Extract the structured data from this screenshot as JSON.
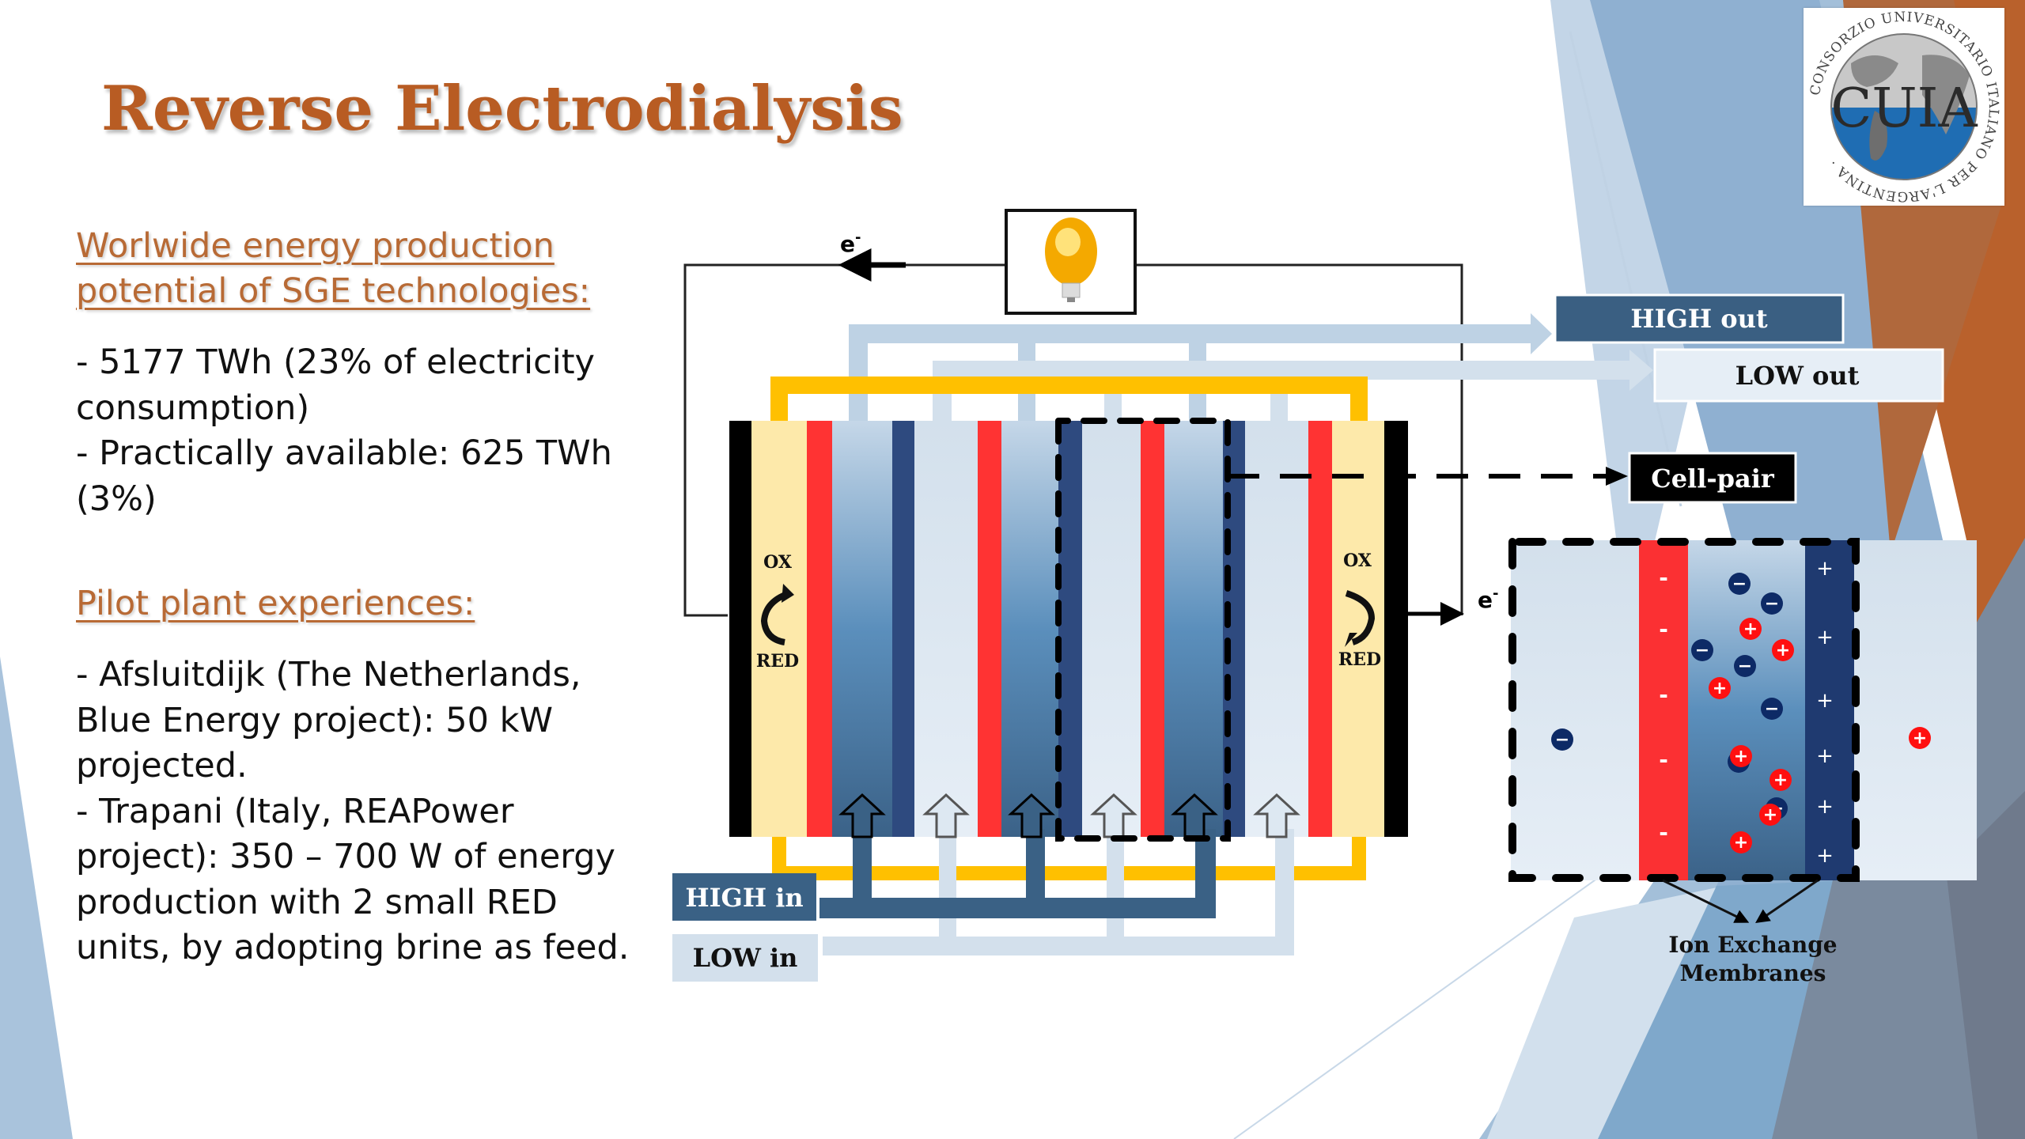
{
  "slide": {
    "title": "Reverse Electrodialysis",
    "sections": [
      {
        "heading": "Worlwide energy production potential of SGE technologies:",
        "bullets": [
          "- 5177 TWh (23% of electricity consumption)",
          "- Practically available: 625 TWh (3%)"
        ]
      },
      {
        "heading": "Pilot plant experiences:",
        "bullets": [
          "- Afsluitdijk (The Netherlands, Blue Energy project): 50 kW projected.",
          "- Trapani (Italy, REAPower project): 350 – 700 W of energy production with 2 small RED units, by adopting brine as feed."
        ]
      }
    ]
  },
  "logo": {
    "ring_text": "CONSORZIO UNIVERSITARIO ITALIANO PER L'ARGENTINA ·",
    "monogram": "CUIA"
  },
  "diagram": {
    "electron_left": "e",
    "electron_right": "e",
    "electron_superscript": "-",
    "load_icon": "light-bulb-icon",
    "ox_label": "OX",
    "red_label": "RED",
    "high_out": "HIGH out",
    "low_out": "LOW out",
    "cell_pair": "Cell-pair",
    "high_in": "HIGH in",
    "low_in": "LOW in",
    "membrane_caption_line1": "Ion Exchange",
    "membrane_caption_line2": "Membranes",
    "cem_charge": "-",
    "aem_charge": "+",
    "anion_symbol": "−",
    "cation_symbol": "+"
  },
  "colors": {
    "title": "#b85c23",
    "cem_red": "#ff3333",
    "aem_navy": "#2e4a7f",
    "high_stream": "#3a6185",
    "low_stream": "#d3e0ec",
    "electrolyte": "#fde9aa",
    "rinse_loop": "#ffc000"
  }
}
